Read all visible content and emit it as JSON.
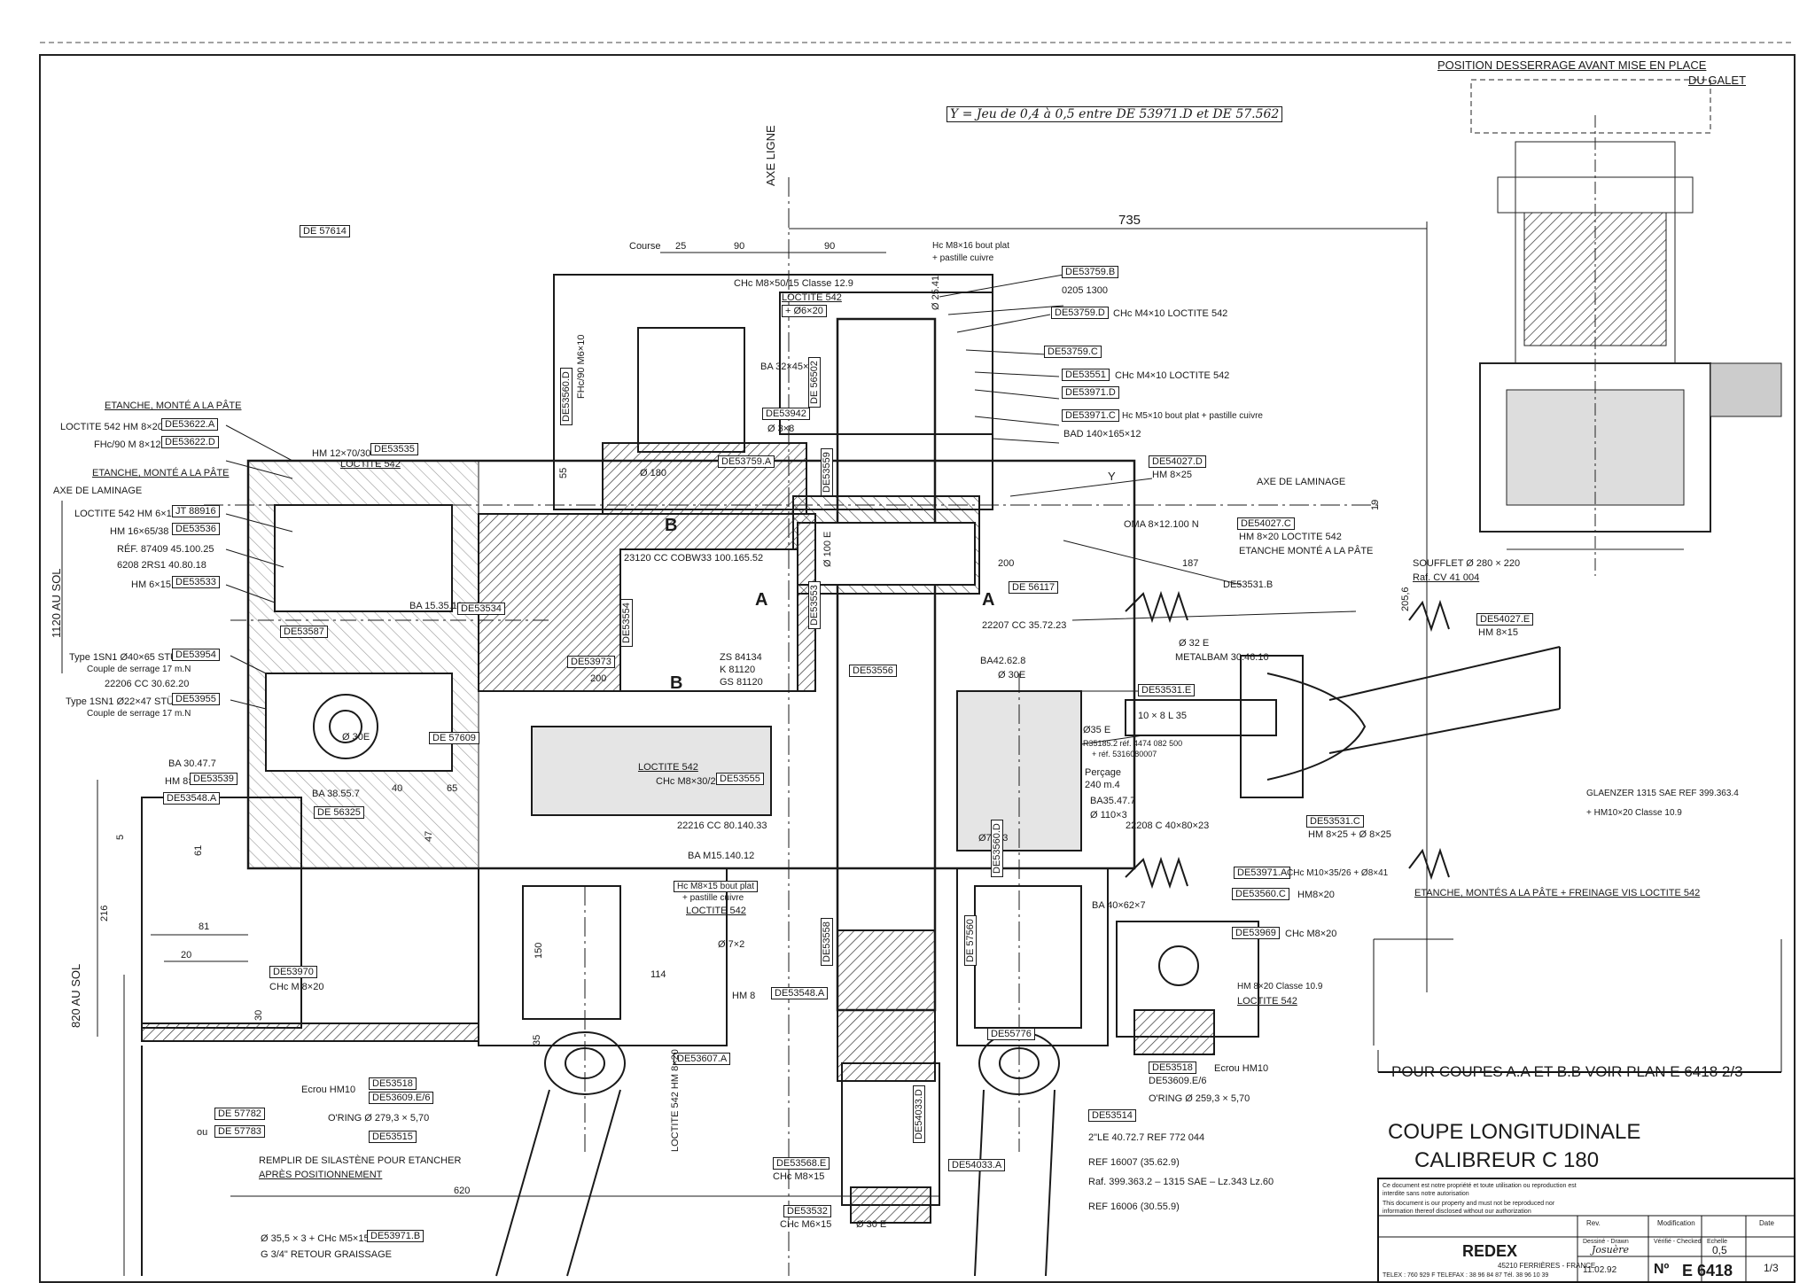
{
  "header": {
    "note": "Y = Jeu de 0,4 à 0,5 entre DE 53971.D et DE 57.562",
    "position_title_1": "POSITION DESSERRAGE AVANT MISE EN PLACE",
    "position_title_2": "DU GALET",
    "axe_ligne": "AXE LIGNE",
    "dim_735": "735"
  },
  "left_labels": [
    {
      "text": "DE 57614"
    },
    {
      "text": "ETANCHE, MONTÉ A LA PÂTE"
    },
    {
      "text": "LOCTITE 542  HM 8×20"
    },
    {
      "text": "DE53622.A"
    },
    {
      "text": "FHc/90 M 8×12"
    },
    {
      "text": "DE53622.D"
    },
    {
      "text": "ETANCHE, MONTÉ A LA PÂTE"
    },
    {
      "text": "AXE DE LAMINAGE"
    },
    {
      "text": "LOCTITE 542  HM 6×15"
    },
    {
      "text": "JT 88916"
    },
    {
      "text": "HM 16×65/38"
    },
    {
      "text": "DE53536"
    },
    {
      "text": "RÉF. 87409  45.100.25"
    },
    {
      "text": "6208 2RS1  40.80.18"
    },
    {
      "text": "HM 6×15"
    },
    {
      "text": "DE53533"
    },
    {
      "text": "1120 AU SOL"
    },
    {
      "text": "Type 1SN1 Ø40×65 STÜWE"
    },
    {
      "text": "DE53954"
    },
    {
      "text": "Couple de serrage 17 m.N"
    },
    {
      "text": "22206 CC 30.62.20"
    },
    {
      "text": "Type 1SN1 Ø22×47 STÜWE"
    },
    {
      "text": "DE53955"
    },
    {
      "text": "Couple de serrage 17 m.N"
    },
    {
      "text": "BA 30.47.7"
    },
    {
      "text": "HM 8×20"
    },
    {
      "text": "DE53539"
    },
    {
      "text": "DE53548.A"
    },
    {
      "text": "820 AU SOL"
    },
    {
      "text": "DE 57782"
    },
    {
      "text": "ou"
    },
    {
      "text": "DE 57783"
    }
  ],
  "center_labels": {
    "course": "Course",
    "d25": "25",
    "d90a": "90",
    "d90b": "90",
    "chc_m8": "CHc M8×50/15 Classe 12.9",
    "loctite542": "LOCTITE 542",
    "d6x20": "+ Ø6×20",
    "ba32": "BA 32×45×7",
    "de53942": "DE53942",
    "d3x8": "Ø 3×8",
    "de53759a": "DE53759.A",
    "d180": "Ø 180",
    "hm12": "HM 12×70/30",
    "de53535": "DE53535",
    "loctite542b": "LOCTITE 542",
    "de53560d": "DE53560.D",
    "fhc": "FHc/90 M6×10",
    "d55": "55",
    "b_mark": "B",
    "a_mark_l": "A",
    "a_mark_r": "A",
    "b_mark2": "B",
    "bearing1": "23120 CC COBW33  100.165.52",
    "ba15": "BA 15.35.10",
    "de53534": "DE53534",
    "de53587": "DE53587",
    "de53973": "DE53973",
    "d200": "200",
    "de53554": "DE53554",
    "zs": "ZS 84134",
    "k": "K 81120",
    "gs": "GS 81120",
    "d50e": "Ø 30E",
    "de57609": "DE 57609",
    "loctite542c": "LOCTITE 542",
    "chc_m8_30": "CHc M8×30/22",
    "de53555": "DE53555",
    "d40": "40",
    "d65": "65",
    "ba38": "BA 38.55.7",
    "de56325": "DE 56325",
    "brg2": "22216 CC  80.140.33",
    "ba_m15": "BA M15.140.12",
    "d47": "47",
    "d61": "61",
    "d5": "5",
    "d216": "216",
    "d81": "81",
    "d20": "20",
    "d30": "30",
    "de53970": "DE53970",
    "chc_m8_20": "CHc M 8×20",
    "d150": "150",
    "d114": "114",
    "hc_m8_15": "Hc M8×15 bout plat",
    "pastille": "+ pastille cuivre",
    "loctite542d": "LOCTITE 542",
    "d7x2": "Ø 7×2",
    "hm8": "HM 8",
    "de53548a": "DE53548.A",
    "d35": "35",
    "ecrou_hm10": "Ecrou HM10",
    "de53518": "DE53518",
    "de53609": "DE53609.E/6",
    "oring": "O'RING Ø 279,3 × 5,70",
    "de53515": "DE53515",
    "remplir1": "REMPLIR DE SILASTÈNE POUR ETANCHER",
    "remplir2": "APRÈS POSITIONNEMENT",
    "d620": "620",
    "d35_3": "Ø 35,5 × 3 + CHc M5×15",
    "de53971b": "DE53971.B",
    "retour": "G 3/4\" RETOUR GRAISSAGE",
    "de53607a": "DE53607.A",
    "loctite542e": "LOCTITE 542  HM 8×20",
    "de53568": "DE53568.E",
    "chc_m8_15": "CHc M8×15",
    "de53532": "DE53532",
    "chc_m6_15": "CHc M6×15",
    "d30e": "Ø 30 E",
    "de53556": "DE53556",
    "de53553": "DE53553",
    "d100e": "Ø 100 E",
    "de53558": "DE53558",
    "de53559": "DE53559",
    "de54033d": "DE54033.D",
    "de54033a": "DE54033.A",
    "de56502": "DE 56502",
    "d25_41": "Ø 25.41"
  },
  "right_labels": {
    "hc_m8_16": "Hc M8×16 bout plat",
    "pastille2": "+ pastille cuivre",
    "de53759b": "DE53759.B",
    "r0205": "0205 1300",
    "de53759d": "DE53759.D",
    "chc_m4": "CHc M4×10  LOCTITE 542",
    "de53759c": "DE53759.C",
    "de53551": "DE53551",
    "chc_m4b": "CHc M4×10  LOCTITE 542",
    "de53971d": "DE53971.D",
    "de53971c": "DE53971.C",
    "hc_m5": "Hc M5×10 bout plat + pastille cuivre",
    "bad": "BAD 140×165×12",
    "de54027d": "DE54027.D",
    "hm8x25": "HM 8×25",
    "y_mark": "Y",
    "axe_laminage": "AXE DE LAMINAGE",
    "d19": "19",
    "oma": "OMA 8×12.100 N",
    "de54027c": "DE54027.C",
    "hm8x20": "HM 8×20  LOCTITE 542",
    "etanche": "ETANCHE MONTÉ A LA PÂTE",
    "d200": "200",
    "d187": "187",
    "de56117": "DE 56117",
    "brg3": "22207 CC 35.72.23",
    "ba42": "BA42.62.8",
    "d30e": "Ø 30E",
    "de53531b": "DE53531.B",
    "soufflet": "SOUFFLET Ø 280 × 220",
    "raf": "Raf. CV 41 004",
    "d205": "205,6",
    "de54027e": "DE54027.E",
    "hm8x15": "HM 8×15",
    "d32e": "Ø 32 E",
    "metalbam": "METALBAM 30.46.10",
    "de53531e": "DE53531.E",
    "dims": "10 × 8 L 35",
    "d35e": "Ø35 E",
    "r35185": "R35185.2 réf. 4474 082 500",
    "r35185b": "+ réf. 5316080007",
    "perage": "Perçage",
    "z40": "240 m.4",
    "ba35": "BA35.47.7",
    "d110": "Ø 110×3",
    "brg4": "22208 C  40×80×23",
    "d74": "Ø74×3",
    "glaenzer": "GLAENZER 1315 SAE REF 399.363.4",
    "hm10x20": "+ HM10×20 Classe 10.9",
    "de53531c": "DE53531.C",
    "hm8x25b": "HM 8×25 + Ø 8×25",
    "de53971a": "DE53971.A",
    "chc_m10": "CHc M10×35/26 + Ø8×41",
    "ba40": "BA 40×62×7",
    "etanche2": "ETANCHE, MONTÉS A LA PÂTE + FREINAGE VIS LOCTITE 542",
    "de53560c": "DE53560.C",
    "hm8x20b": "HM8×20",
    "de53969": "DE53969",
    "chc_m8_20b": "CHc M8×20",
    "hm8_20c": "HM 8×20 Classe 10.9",
    "loctite542": "LOCTITE 542",
    "de53560d": "DE53560.D",
    "de57560": "DE 57560",
    "de55776": "DE55776",
    "de53518": "DE53518",
    "ecrou": "Ecrou HM10",
    "de53609": "DE53609.E/6",
    "oring": "O'RING Ø 259,3 × 5,70",
    "de53514": "DE53514",
    "r2le": "2\"LE  40.72.7  REF 772 044",
    "ref16007": "REF 16007  (35.62.9)",
    "raf399": "Raf. 399.363.2  –  1315 SAE  –  Lz.343    Lz.60",
    "ref16006": "REF 16006  (30.55.9)"
  },
  "title_block": {
    "pour_coupes": "POUR COUPES A.A ET B.B VOIR PLAN E 6418 2/3",
    "title_line1": "COUPE  LONGITUDINALE",
    "title_line2": "CALIBREUR C 180",
    "confidential": "Ce document est notre propriété et toute utilisation ou reproduction est interdite sans notre autorisation",
    "confidential_en": "This document is our property and must not be reproduced nor information thereof disclosed without our authorization",
    "company": "REDEX",
    "company_addr": "45210 FERRIÈRES - FRANCE",
    "tel": "TELEX : 760 929 F   TELEFAX : 38 96 84 87   Tél. 38 96 10 39",
    "rev_label": "Rev.",
    "modif_label": "Modification",
    "date_label": "Date",
    "dessine_label": "Dessiné - Drawn",
    "verifie_label": "Vérifié - Checked",
    "echelle_label": "Echelle",
    "scale": "0,5",
    "drawn_by": "Josuère",
    "drawn_date": "11.02.92",
    "no_label": "Nº",
    "drawing_number": "E  6418",
    "sheet": "1/3"
  }
}
